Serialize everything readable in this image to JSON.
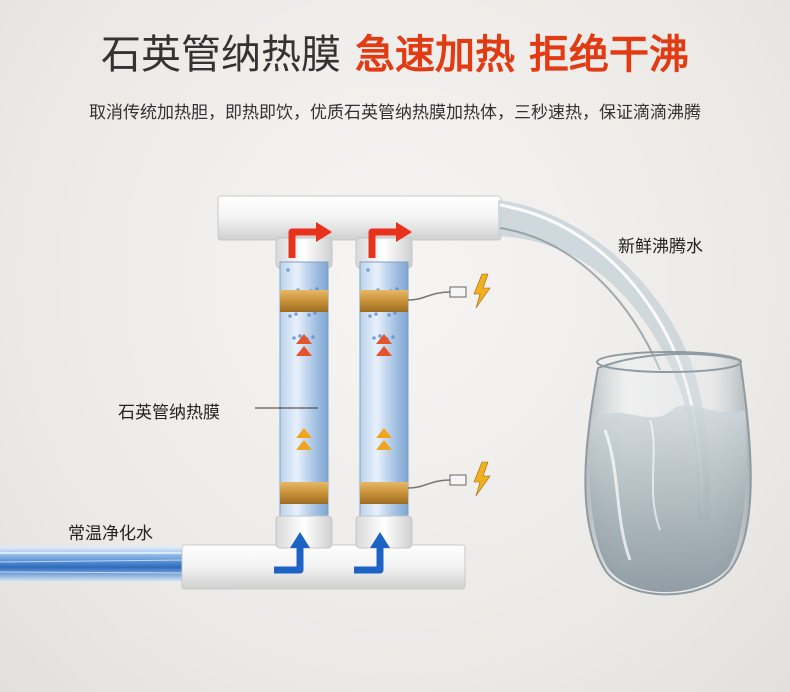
{
  "headline": {
    "part1": "石英管纳热膜",
    "part2": "急速加热 拒绝干沸"
  },
  "subheadline": "取消传统加热胆，即热即饮，优质石英管纳热膜加热体，三秒速热，保证滴滴沸腾",
  "labels": {
    "outlet_water": "新鲜沸腾水",
    "heating_film": "石英管纳热膜",
    "inlet_water": "常温净化水"
  },
  "colors": {
    "hot_arrow": "#e8321c",
    "cold_arrow": "#1d63c6",
    "heat_band": "#c8923a",
    "lightning": "#f2b01e"
  }
}
